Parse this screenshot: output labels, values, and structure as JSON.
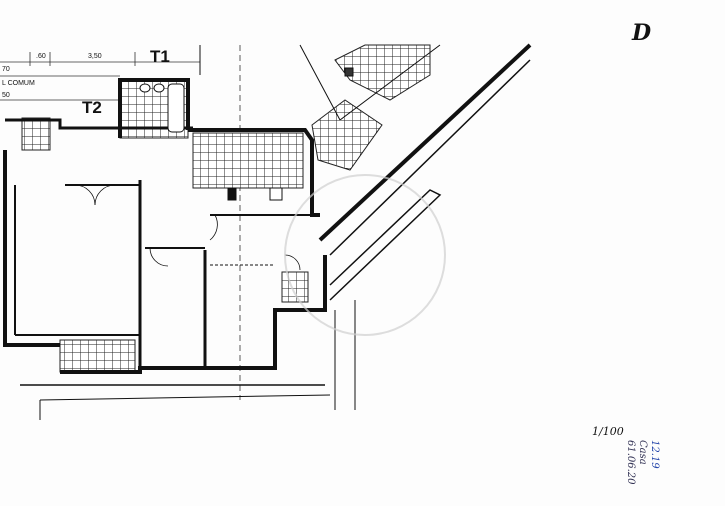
{
  "sheet_letter": "D",
  "units": {
    "t1": "T1",
    "t2": "T2"
  },
  "dimensions": {
    "d1": ".60",
    "d2": "3,50",
    "d3": "70",
    "d4": "50"
  },
  "common_area_label": "L COMUM",
  "scale": "1/100",
  "handwritten_note": [
    "12.19",
    "Casa",
    "61.06.20"
  ],
  "colors": {
    "wall": "#111111",
    "tile": "#222222",
    "paper": "#fdfdfd"
  }
}
